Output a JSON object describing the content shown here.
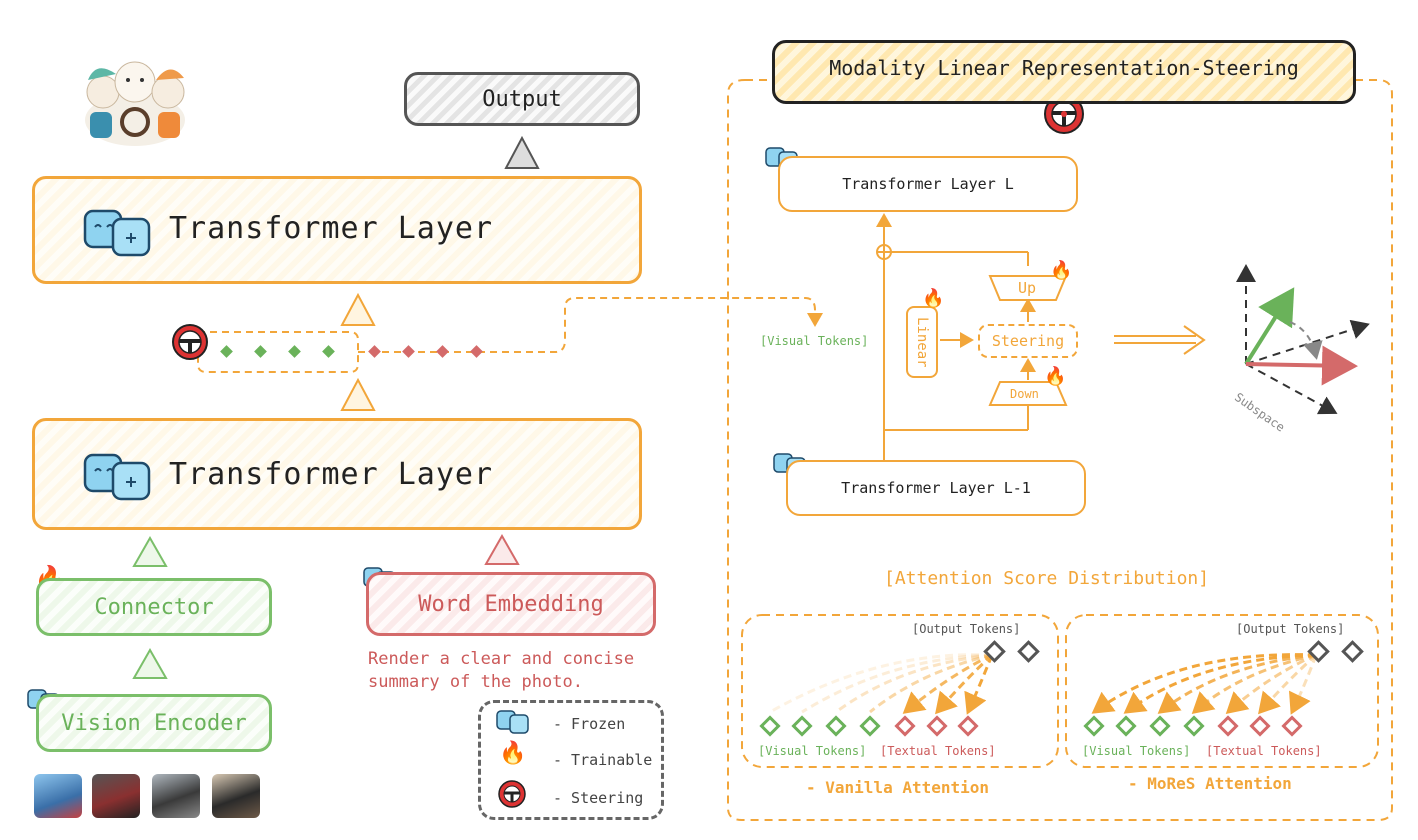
{
  "left": {
    "output": "Output",
    "transformer_top": "Transformer Layer",
    "transformer_bottom": "Transformer Layer",
    "connector": "Connector",
    "word_embedding": "Word Embedding",
    "vision_encoder": "Vision Encoder",
    "caption_line1": "Render a clear and concise",
    "caption_line2": "summary of the photo."
  },
  "legend": {
    "frozen": "- Frozen",
    "trainable": "- Trainable",
    "steering": "- Steering"
  },
  "right": {
    "title": "Modality Linear Representation-Steering",
    "layer_l": "Transformer Layer L",
    "layer_l1": "Transformer Layer L-1",
    "visual_tokens": "[Visual Tokens]",
    "linear": "Linear",
    "steering": "Steering",
    "up": "Up",
    "down": "Down",
    "subspace": "Subspace",
    "attention_title": "[Attention Score Distribution]",
    "output_tokens_a": "[Output Tokens]",
    "output_tokens_b": "[Output Tokens]",
    "visual_tokens_a": "[Visual Tokens]",
    "textual_tokens_a": "[Textual Tokens]",
    "visual_tokens_b": "[Visual Tokens]",
    "textual_tokens_b": "[Textual Tokens]",
    "vanilla": "- Vanilla Attention",
    "mores": "- MoReS Attention"
  },
  "colors": {
    "orange": "#f2a63a",
    "green": "#6ab25a",
    "red": "#cc5a5a",
    "ice": "#8fd3f0"
  }
}
